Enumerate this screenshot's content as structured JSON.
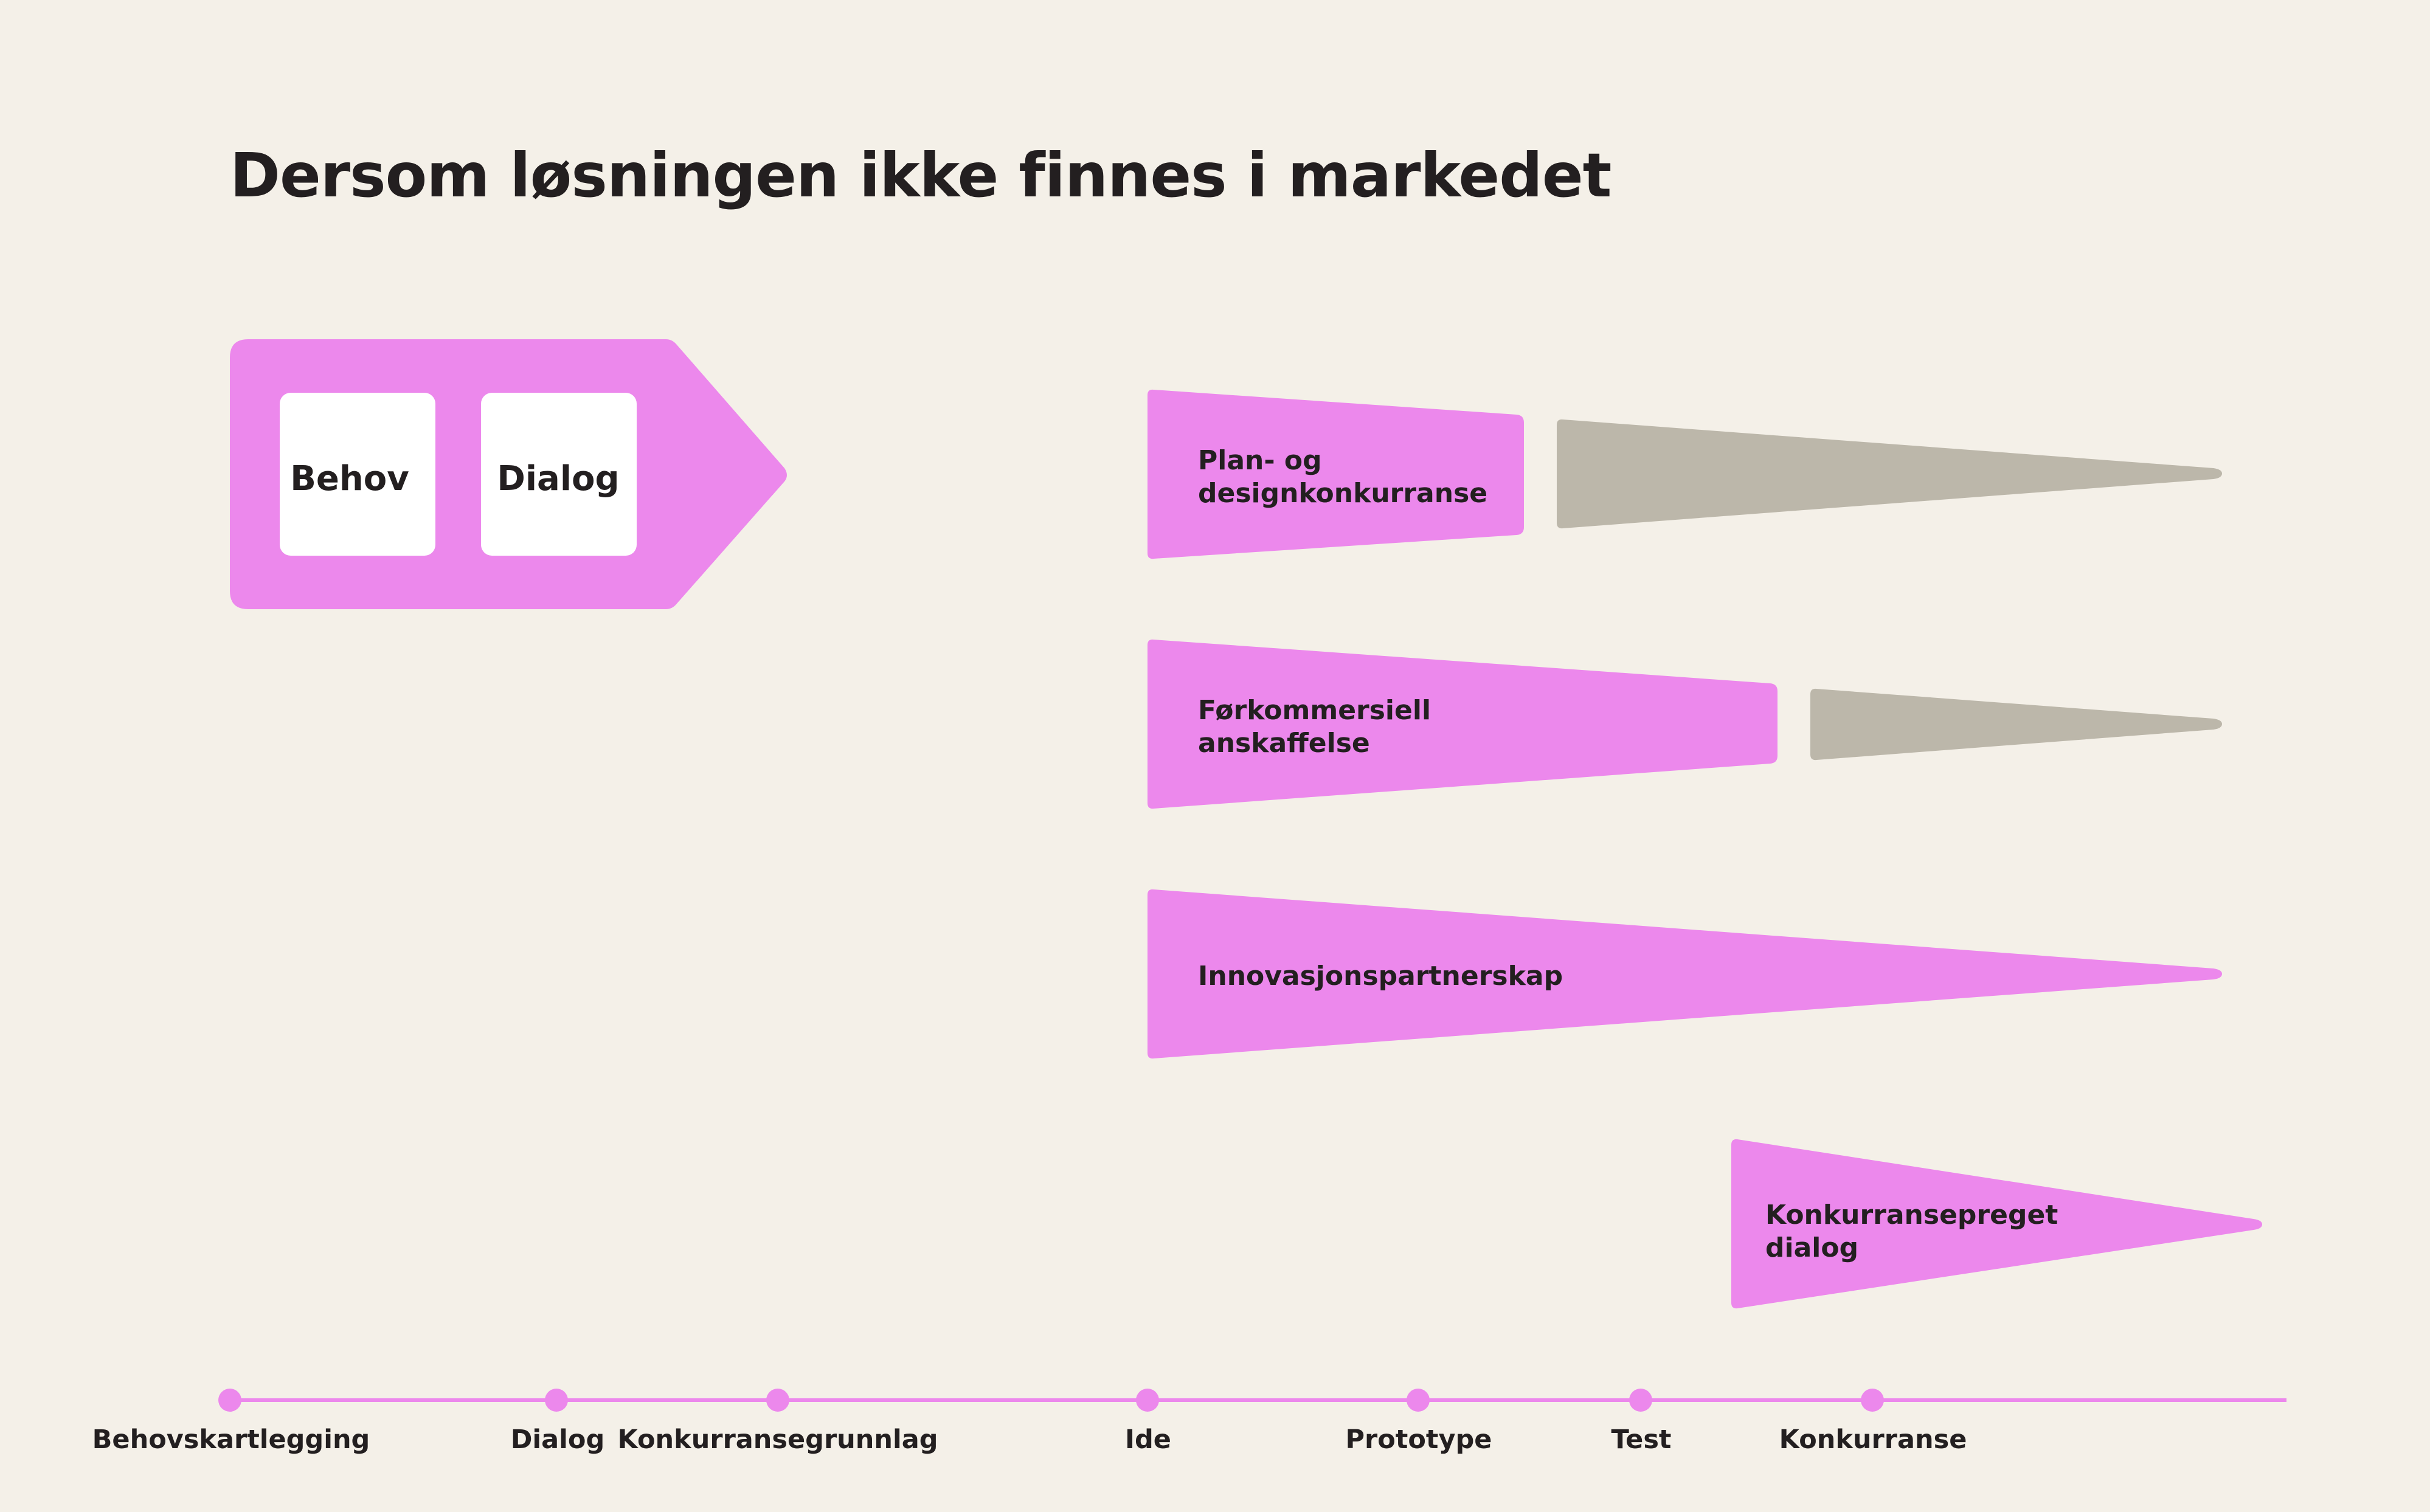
{
  "title": "Dersom løsningen ikke finnes i markedet",
  "colors": {
    "background": "#f4f0e8",
    "pink": "#ec88ec",
    "grey": "#bcb7aa",
    "white": "#ffffff",
    "text": "#231f20"
  },
  "start_block": {
    "boxes": [
      "Behov",
      "Dialog"
    ]
  },
  "procedures": [
    {
      "line1": "Plan- og",
      "line2": "designkonkurranse"
    },
    {
      "line1": "Førkommersiell",
      "line2": "anskaffelse"
    },
    {
      "line1": "Innovasjonspartnerskap",
      "line2": ""
    },
    {
      "line1": "Konkurransepreget",
      "line2": "dialog"
    }
  ],
  "timeline": {
    "stages": [
      "Behovskartlegging",
      "Dialog",
      "Konkurransegrunnlag",
      "Ide",
      "Prototype",
      "Test",
      "Konkurranse"
    ]
  }
}
